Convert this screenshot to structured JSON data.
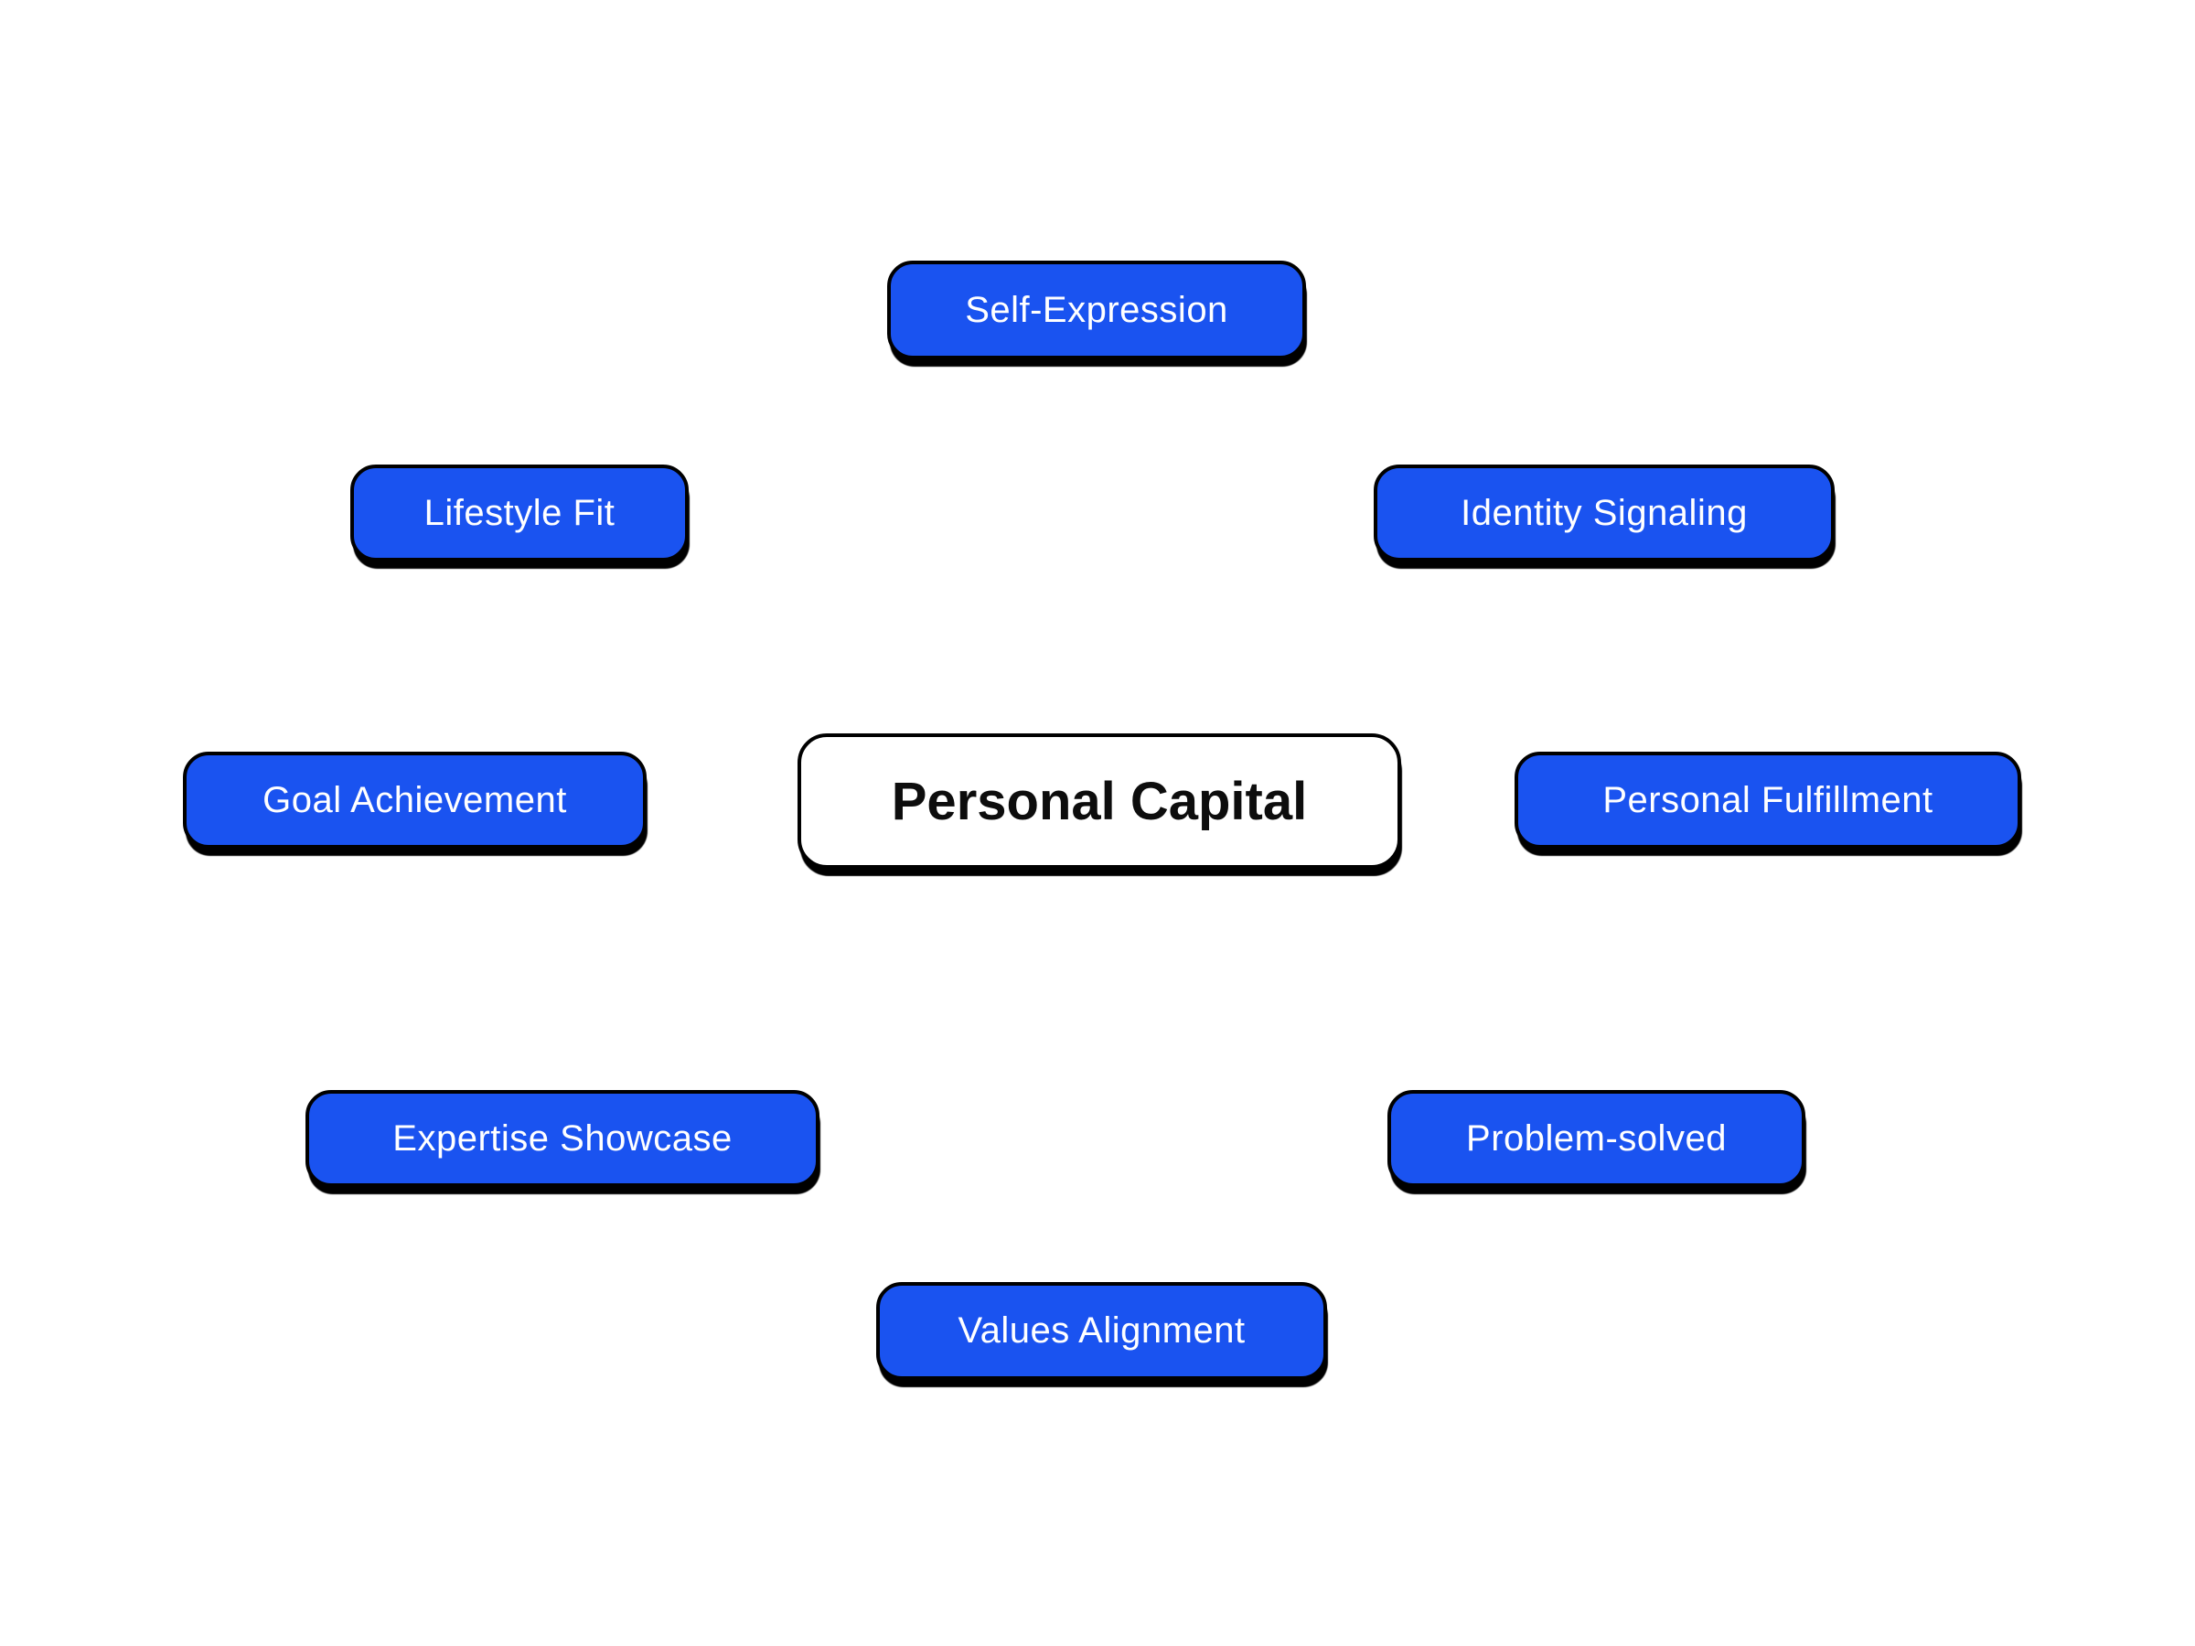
{
  "diagram": {
    "type": "mindmap",
    "center": {
      "label": "Personal Capital"
    },
    "satellites": [
      {
        "id": "self-expression",
        "label": "Self-Expression"
      },
      {
        "id": "lifestyle-fit",
        "label": "Lifestyle Fit"
      },
      {
        "id": "identity-signaling",
        "label": "Identity Signaling"
      },
      {
        "id": "goal-achievement",
        "label": "Goal Achievement"
      },
      {
        "id": "personal-fulfillment",
        "label": "Personal Fulfillment"
      },
      {
        "id": "expertise-showcase",
        "label": "Expertise Showcase"
      },
      {
        "id": "problem-solved",
        "label": "Problem-solved"
      },
      {
        "id": "values-alignment",
        "label": "Values Alignment"
      }
    ],
    "colors": {
      "satellite_fill": "#1a53f0",
      "satellite_text": "#ffffff",
      "center_fill": "#ffffff",
      "center_text": "#0d0d0d",
      "border": "#000000",
      "shadow": "#000000",
      "background": "#ffffff"
    },
    "edges": []
  }
}
